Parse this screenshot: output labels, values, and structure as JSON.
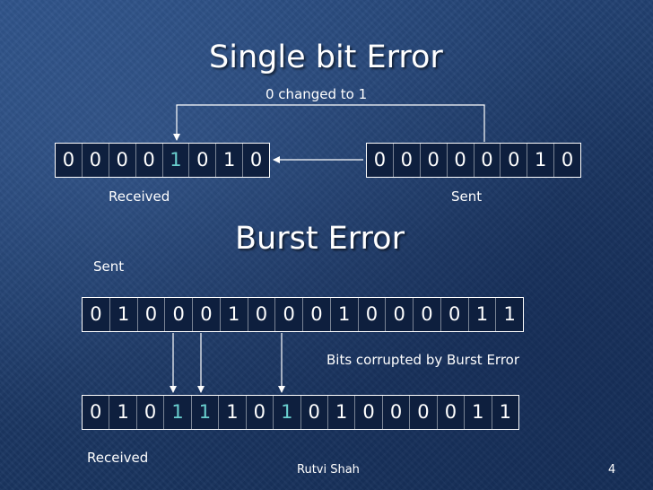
{
  "single": {
    "title": "Single bit Error",
    "annotation": "0 changed to 1",
    "received_bits": [
      "0",
      "0",
      "0",
      "0",
      "1",
      "0",
      "1",
      "0"
    ],
    "received_highlight": [
      4
    ],
    "sent_bits": [
      "0",
      "0",
      "0",
      "0",
      "0",
      "0",
      "1",
      "0"
    ],
    "received_label": "Received",
    "sent_label": "Sent"
  },
  "burst": {
    "title": "Burst Error",
    "sent_label": "Sent",
    "sent_bits": [
      "0",
      "1",
      "0",
      "0",
      "0",
      "1",
      "0",
      "0",
      "0",
      "1",
      "0",
      "0",
      "0",
      "0",
      "1",
      "1"
    ],
    "annotation": "Bits corrupted by Burst Error",
    "received_bits": [
      "0",
      "1",
      "0",
      "1",
      "1",
      "1",
      "0",
      "1",
      "0",
      "1",
      "0",
      "0",
      "0",
      "0",
      "1",
      "1"
    ],
    "received_highlight": [
      3,
      4,
      7
    ],
    "received_label": "Received"
  },
  "footer": {
    "author": "Rutvi Shah",
    "page": "4"
  },
  "colors": {
    "highlight": "#6ad0cf",
    "text": "#ffffff"
  }
}
